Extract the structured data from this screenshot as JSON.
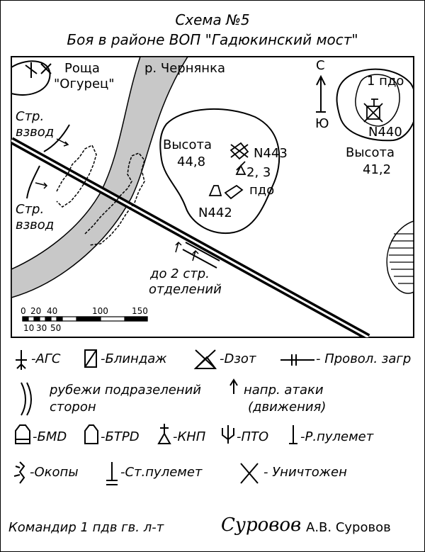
{
  "header": {
    "title": "Схема №5",
    "subtitle": "Боя в районе ВОП \"Гадюкинский мост\""
  },
  "map": {
    "grove_label_1": "Роща",
    "grove_label_2": "\"Огурец\"",
    "river_label": "р. Чернянка",
    "compass_north": "С",
    "compass_south": "Ю",
    "platoon_top_1": "Стр.",
    "platoon_top_2": "взвод",
    "platoon_bottom_1": "Стр.",
    "platoon_bottom_2": "взвод",
    "height_left_1": "Высота",
    "height_left_2": "44,8",
    "n443": "N443",
    "pdo_23_1": "2, 3",
    "pdo_23_2": "пдо",
    "n442": "N442",
    "pdo_1": "1 пдо",
    "n440": "N440",
    "height_right_1": "Высота",
    "height_right_2": "41,2",
    "squads_1": "до 2 стр.",
    "squads_2": "отделений",
    "scale_top": [
      "0",
      "20",
      "40",
      "100",
      "150"
    ],
    "scale_bottom": [
      "10",
      "30",
      "50"
    ]
  },
  "legend": {
    "ags": "-АГС",
    "blindage": "-Блиндаж",
    "dzot": "-Dзот",
    "wire": "- Провол. загр",
    "lines_1": "рубежи подразелений",
    "lines_2": "сторон",
    "attack_1": "напр. атаки",
    "attack_2": "(движения)",
    "bmd": "-БМD",
    "btrd": "-БТРD",
    "knp": "-КНП",
    "pto": "-ПТО",
    "mg_hand": "-Р.пулемет",
    "trenches": "-Окопы",
    "mg_heavy": "-Ст.пулемет",
    "destroyed": "- Уничтожен"
  },
  "footer": {
    "commander": "Командир 1 пдв гв. л-т",
    "signature": "Суровов",
    "name": "А.В. Суровов"
  }
}
